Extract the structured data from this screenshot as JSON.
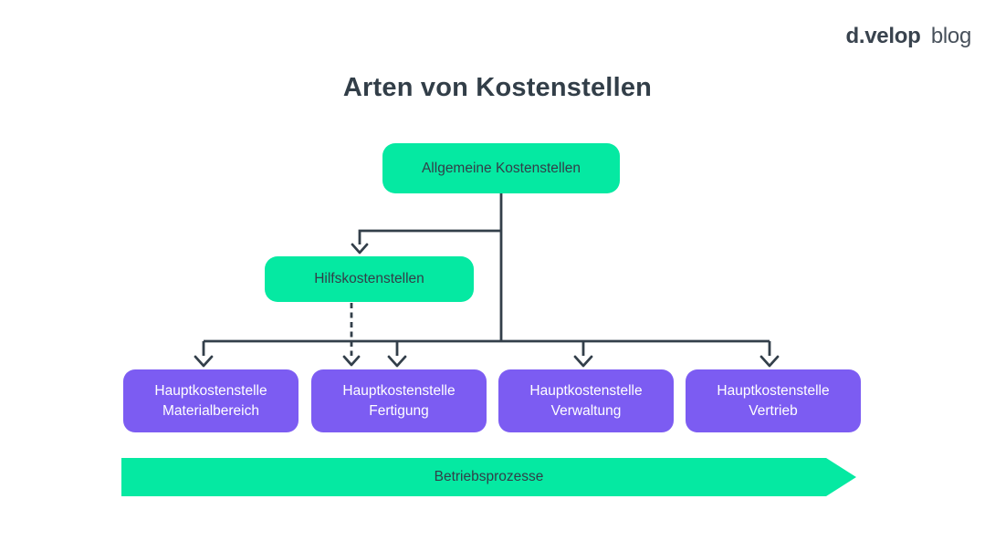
{
  "logo": {
    "brand": "d.velop",
    "suffix": "blog"
  },
  "title": "Arten von Kostenstellen",
  "diagram": {
    "root_node": {
      "label": "Allgemeine Kostenstellen"
    },
    "aux_node": {
      "label": "Hilfskostenstellen"
    },
    "main_nodes": [
      {
        "line1": "Hauptkostenstelle",
        "line2": "Materialbereich"
      },
      {
        "line1": "Hauptkostenstelle",
        "line2": "Fertigung"
      },
      {
        "line1": "Hauptkostenstelle",
        "line2": "Verwaltung"
      },
      {
        "line1": "Hauptkostenstelle",
        "line2": "Vertrieb"
      }
    ],
    "process_banner": {
      "label": "Betriebsprozesse"
    }
  },
  "colors": {
    "green": "#05E9A2",
    "purple": "#7C5CF2",
    "slate": "#323E48",
    "line": "#333F4A",
    "white": "#FFFFFF",
    "background": "#FFFFFF"
  }
}
